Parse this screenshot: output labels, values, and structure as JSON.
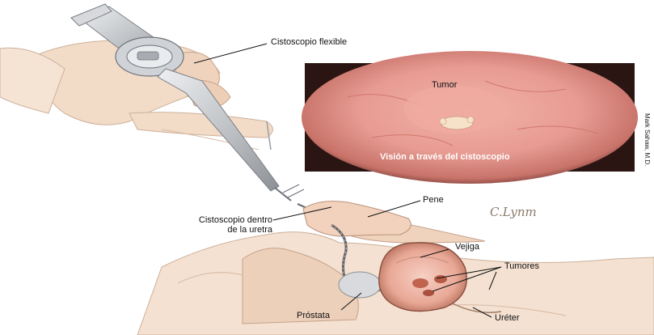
{
  "labels": {
    "flexible_cystoscope": "Cistoscopio flexible",
    "tumor": "Tumor",
    "view_caption": "Visión a través del cistoscopio",
    "penis": "Pene",
    "cystoscope_in_urethra_line1": "Cistoscopio dentro",
    "cystoscope_in_urethra_line2": "de la uretra",
    "bladder": "Vejiga",
    "tumors": "Tumores",
    "prostate": "Próstata",
    "ureter": "Uréter"
  },
  "signature": "C.Lynm",
  "credit": "Mark Sahaw, M.D.",
  "colors": {
    "background": "#ffffff",
    "skin": "#f2dcc8",
    "skin_shade": "#e3bfa3",
    "scope": "#b9bcc0",
    "bladder_interior": "#f4c3b6",
    "tumor": "#c0634f",
    "photo_dark": "#2a1512",
    "photo_mucosa": "#e79b92"
  }
}
